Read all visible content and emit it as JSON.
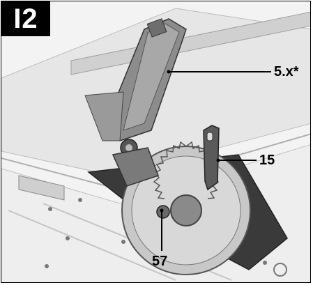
{
  "figure": {
    "label": "I2",
    "callouts": [
      {
        "id": "guard",
        "text": "5.x*"
      },
      {
        "id": "riving-knife",
        "text": "15"
      },
      {
        "id": "blade-bolt",
        "text": "57"
      }
    ]
  },
  "colors": {
    "line": "#000000",
    "paper": "#ffffff",
    "table": "#ececec",
    "shade": "#9a9a9a",
    "dark": "#4a4a4a"
  }
}
